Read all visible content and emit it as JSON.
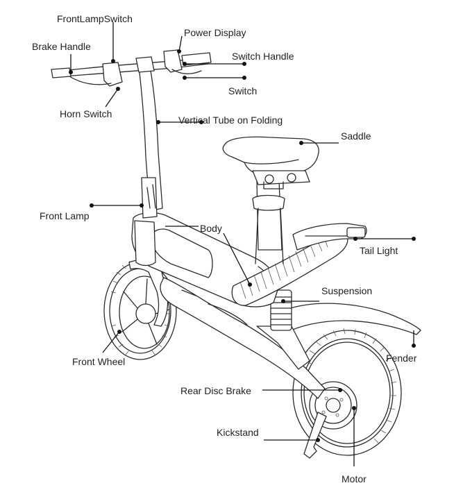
{
  "labels": {
    "front_lamp_switch": "FrontLampSwitch",
    "brake_handle": "Brake Handle",
    "power_display": "Power Display",
    "switch_handle": "Switch Handle",
    "switch": "Switch",
    "horn_switch": "Horn Switch",
    "vertical_tube": "Vertical Tube on Folding",
    "saddle": "Saddle",
    "front_lamp": "Front Lamp",
    "body": "Body",
    "tail_light": "Tail Light",
    "suspension": "Suspension",
    "front_wheel": "Front Wheel",
    "fender": "Fender",
    "rear_disc_brake": "Rear Disc Brake",
    "kickstand": "Kickstand",
    "motor": "Motor"
  },
  "colors": {
    "line": "#111111",
    "text": "#222222",
    "background": "#ffffff"
  }
}
